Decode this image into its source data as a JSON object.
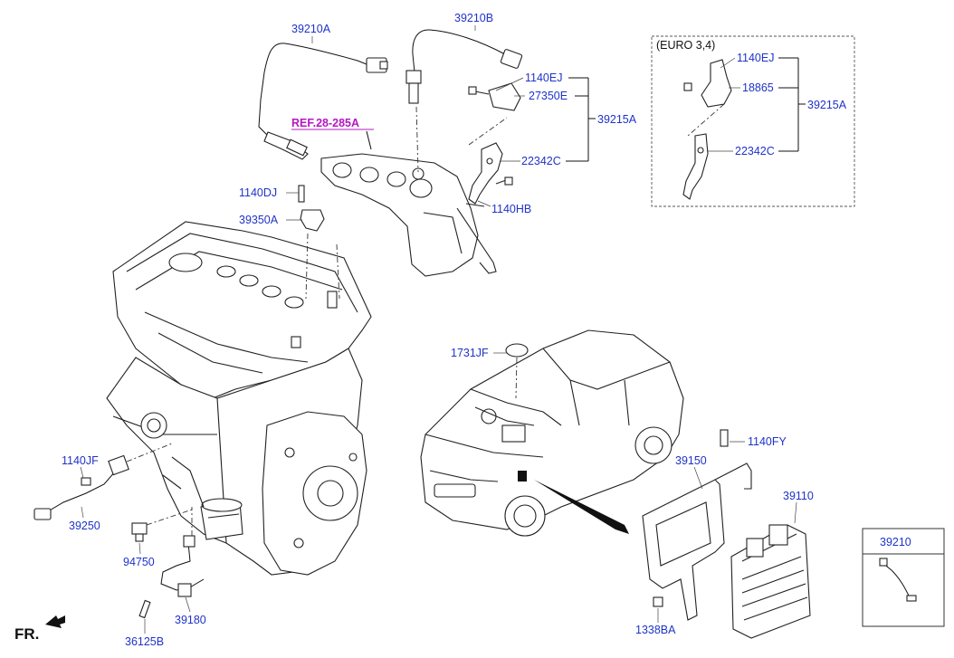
{
  "diagram": {
    "view_label": "FR.",
    "reference": "REF.28-285A",
    "euro_box_title": "(EURO 3,4)",
    "parts": {
      "p39210A": "39210A",
      "p39210B": "39210B",
      "p1140EJ": "1140EJ",
      "p27350E": "27350E",
      "p39215A": "39215A",
      "p22342C": "22342C",
      "p1140HB": "1140HB",
      "p1140DJ": "1140DJ",
      "p39350A": "39350A",
      "p1731JF": "1731JF",
      "p1140FY": "1140FY",
      "p39150": "39150",
      "p39110": "39110",
      "p1140JF": "1140JF",
      "p39250": "39250",
      "p94750": "94750",
      "p39180": "39180",
      "p36125B": "36125B",
      "p1338BA": "1338BA",
      "p39210": "39210",
      "e1140EJ": "1140EJ",
      "e18865": "18865",
      "e39215A": "39215A",
      "e22342C": "22342C"
    }
  }
}
